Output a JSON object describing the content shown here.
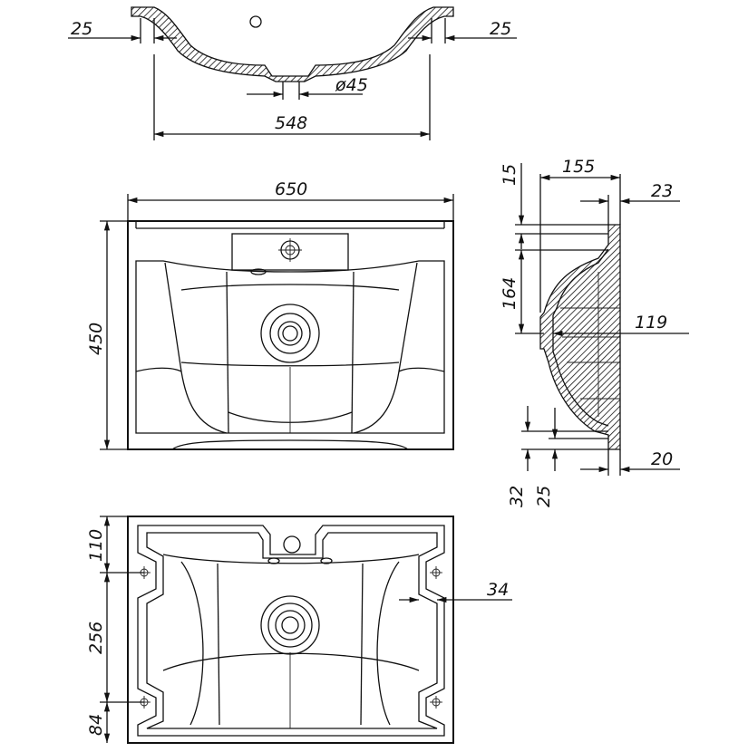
{
  "dimensions": {
    "top_left_rim": "25",
    "top_right_rim": "25",
    "drain_diameter": "ø45",
    "inner_width": "548",
    "overall_width": "650",
    "overall_depth": "450",
    "side_width": "155",
    "side_top": "15",
    "side_rim": "23",
    "side_bowl_height": "164",
    "side_drain_offset": "119",
    "side_bottom_rim": "20",
    "side_bottom_a": "32",
    "side_bottom_b": "25",
    "bottom_110": "110",
    "bottom_256": "256",
    "bottom_84": "84",
    "bottom_34": "34"
  }
}
